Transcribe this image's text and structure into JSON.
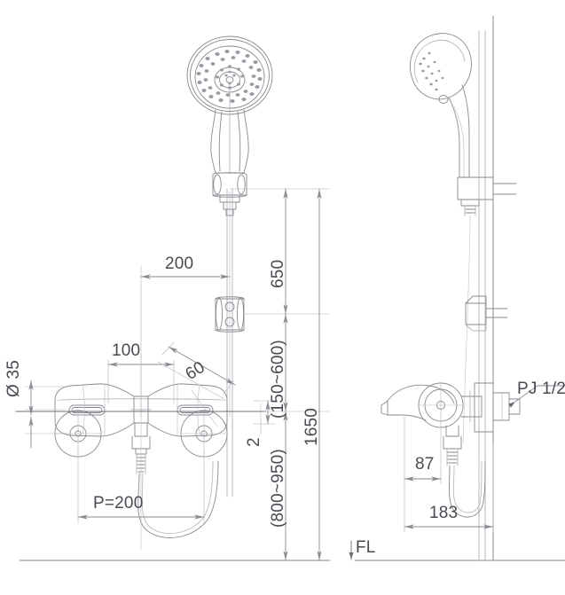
{
  "drawing": {
    "title": "Shower mixer tap technical dimension drawing",
    "line_color": "#8a8a92",
    "thin_line_color": "#b4b4bc",
    "text_color": "#4a4a52",
    "background": "#ffffff"
  },
  "dimensions": {
    "horiz_200": "200",
    "horiz_100": "100",
    "angle_60": "60",
    "diameter_35": "Ø 35",
    "vert_650": "650",
    "vert_150_600": "(150~600)",
    "vert_1650": "1650",
    "vert_2": "2",
    "vert_800_950": "(800~950)",
    "pitch_200": "P=200",
    "side_87": "87",
    "side_183": "183"
  },
  "labels": {
    "thread_spec": "PJ 1/2",
    "floor_level": "FL"
  },
  "views": {
    "front": {
      "name": "front-elevation-view",
      "parts": [
        "hand-shower-head",
        "slide-bar",
        "slide-bar-bracket",
        "shower-holder",
        "mixer-tap-body",
        "lever-handle-left",
        "lever-handle-right",
        "wall-flange-left",
        "wall-flange-right",
        "outlet-spout",
        "flexible-hose"
      ]
    },
    "side": {
      "name": "side-elevation-view",
      "parts": [
        "hand-shower-head",
        "slide-bar",
        "wall-bracket",
        "mixer-tap-body",
        "inlet-connector",
        "flexible-hose",
        "wall-line"
      ]
    }
  }
}
